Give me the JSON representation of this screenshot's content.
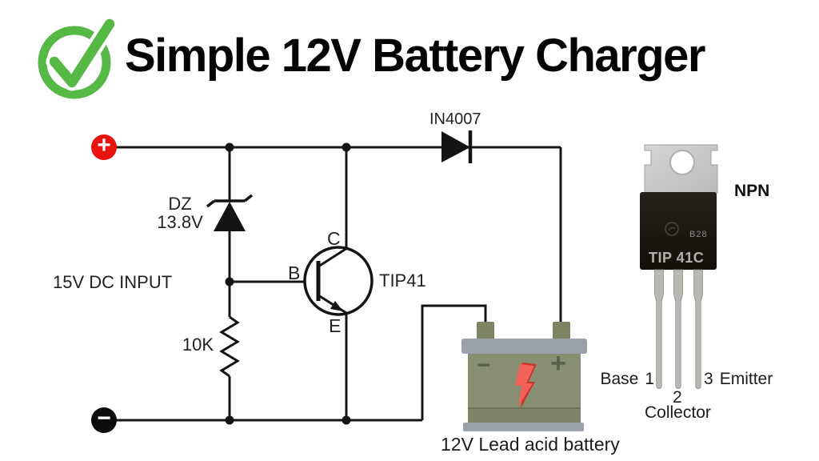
{
  "header": {
    "title": "Simple 12V Battery Charger",
    "icon": "green-check-circle"
  },
  "schematic": {
    "input_label": "15V DC INPUT",
    "zener": {
      "name": "DZ",
      "value": "13.8V"
    },
    "resistor": {
      "value": "10K"
    },
    "diode": {
      "name": "IN4007"
    },
    "transistor": {
      "name": "TIP41",
      "base": "B",
      "collector": "C",
      "emitter": "E"
    },
    "terminals": {
      "positive": "+",
      "negative": "−"
    }
  },
  "battery": {
    "caption": "12V Lead acid battery",
    "minus_mark": "−",
    "plus_mark": "+",
    "icon": "lightning-bolt"
  },
  "package": {
    "type": "NPN",
    "marking": {
      "code": "B28",
      "part": "TIP 41C"
    },
    "pins": {
      "base": {
        "num": "1",
        "name": "Base"
      },
      "collector": {
        "num": "2",
        "name": "Collector"
      },
      "emitter": {
        "num": "3",
        "name": "Emitter"
      }
    }
  },
  "colors": {
    "accent_green": "#56b946",
    "terminal_red": "#e8130d",
    "terminal_black": "#0c0c0c",
    "wire": "#141414",
    "battery_body": "#878e71",
    "battery_cap": "#9aa1ab",
    "bolt_red": "#f2625a",
    "package_body": "#1a1712",
    "package_metal": "#cac9c7"
  }
}
